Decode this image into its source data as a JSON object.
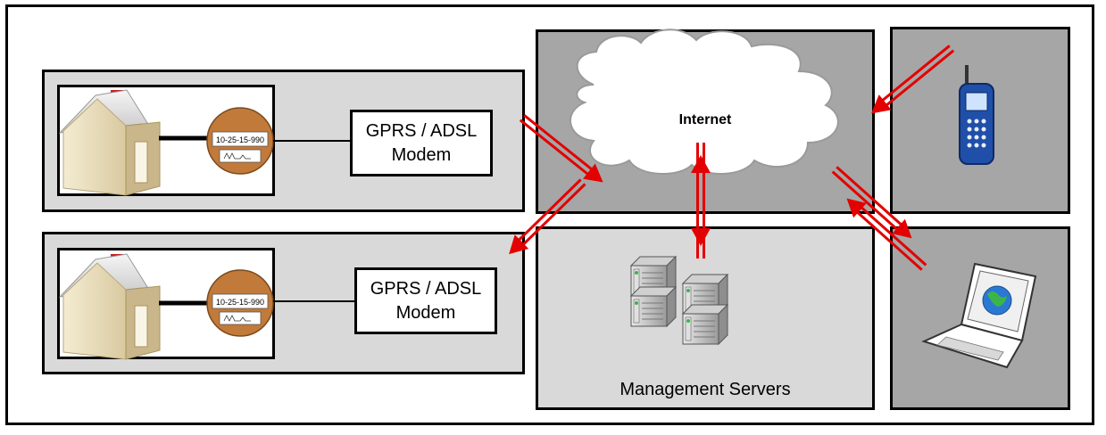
{
  "diagram": {
    "sites": [
      {
        "meter_id": "10-25-15-990",
        "modem_line1": "GPRS / ADSL",
        "modem_line2": "Modem"
      },
      {
        "meter_id": "10-25-15-990",
        "modem_line1": "GPRS / ADSL",
        "modem_line2": "Modem"
      }
    ],
    "internet_label": "Internet",
    "servers_label": "Management Servers",
    "colors": {
      "arrow": "#e30000",
      "panel_light": "#d9d9d9",
      "panel_dark": "#a6a6a6",
      "meter": "#c27a3a",
      "phone": "#1f4fa8"
    },
    "icons": [
      "house-icon",
      "meter-icon",
      "cloud-icon",
      "server-rack-icon",
      "mobile-phone-icon",
      "laptop-icon",
      "double-arrow-icon"
    ]
  }
}
